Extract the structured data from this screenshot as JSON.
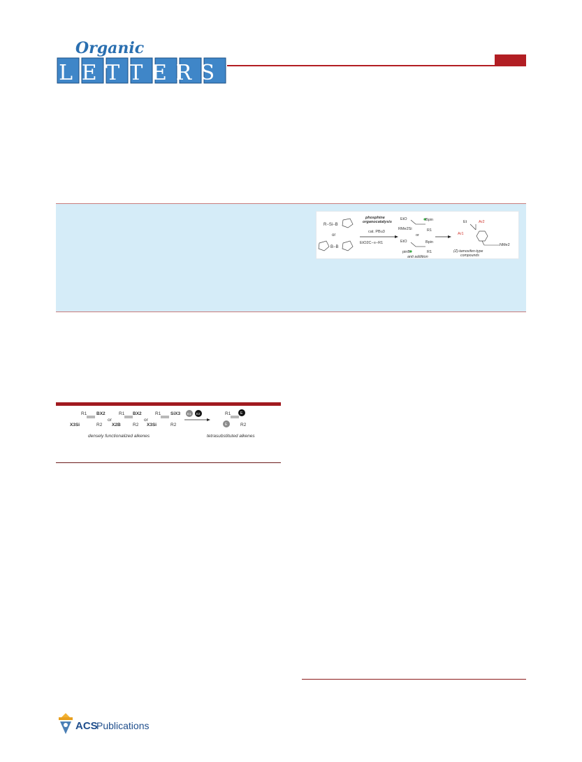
{
  "journal": {
    "logo_script": "Organic",
    "logo_letters": "LETTERS",
    "publisher_logo_main": "ACS",
    "publisher_logo_rest": " Publications"
  },
  "toc_graphic": {
    "reagent_1": "R−Si−B",
    "or_1": "or",
    "reagent_2": "B−B",
    "catalysis_line1": "phosphine",
    "catalysis_line2": "organocatalysis",
    "catalyst": "cat. PBu3",
    "substrate": "EtO2C−≡−R1",
    "product_ester_1": "EtO",
    "product_bpin_1": "Bpin",
    "product_si": "RMe2Si",
    "product_r1_1": "R1",
    "or_2": "or",
    "product_ester_2": "EtO",
    "product_bpin_2": "Bpin",
    "product_pinb": "pinB",
    "product_r1_2": "R1",
    "anti_label": "anti addition",
    "final_et": "Et",
    "final_ar2": "Ar2",
    "final_ar1": "Ar1",
    "final_nme2": "NMe2",
    "final_label_1": "(Z)-tamoxifen-type",
    "final_label_2": "compounds"
  },
  "figure1": {
    "r1_a": "R1",
    "bx2_a": "BX2",
    "x3si_a": "X3Si",
    "r2_a": "R2",
    "or_a": "or",
    "r1_b": "R1",
    "bx2_b": "BX2",
    "x2b_b": "X2B",
    "r2_b": "R2",
    "or_b": "or",
    "r1_c": "R1",
    "six3_c": "SiX3",
    "x3si_c": "X3Si",
    "r2_c": "R2",
    "e1": "E1",
    "e2": "E2",
    "r1_d": "R1",
    "r2_d": "R2",
    "e_top": "E",
    "e_bottom": "E",
    "left_caption": "densely functionalized alkenes",
    "right_caption": "tetrasubstituted alkenes"
  }
}
